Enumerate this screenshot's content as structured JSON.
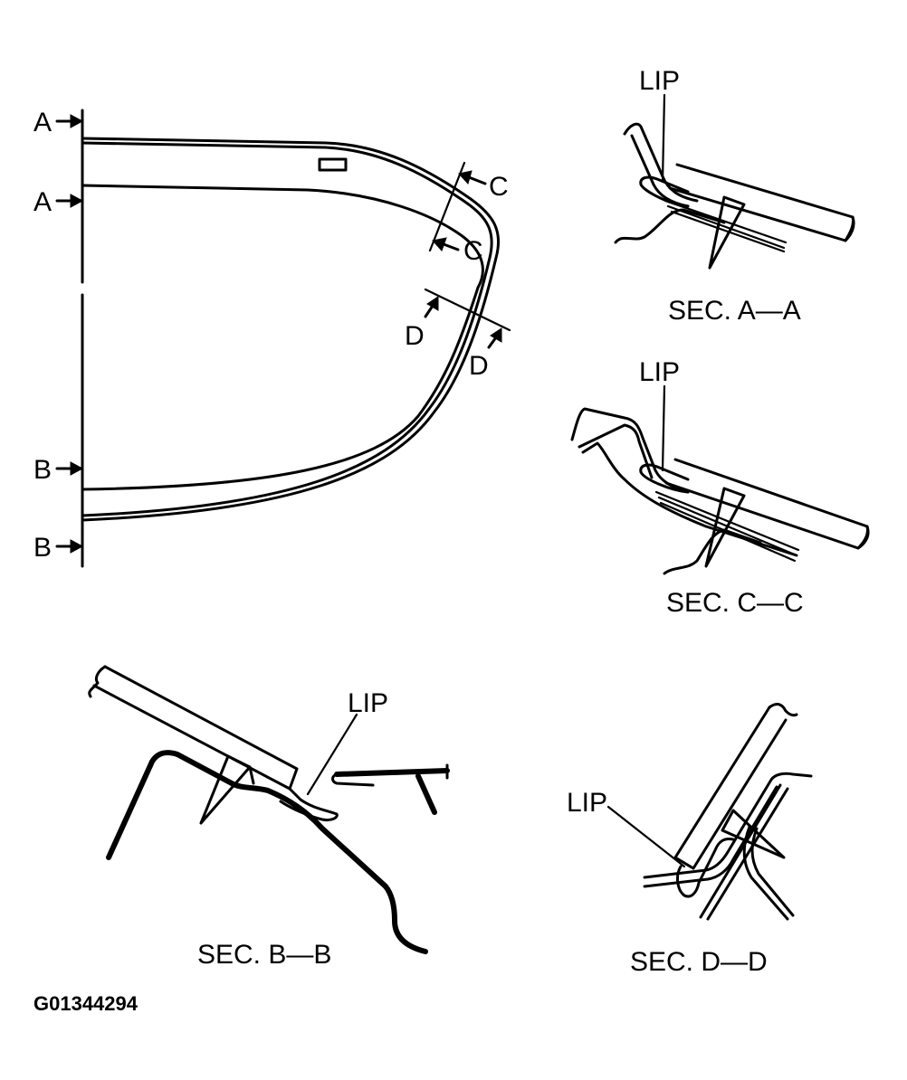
{
  "labels": {
    "a_top": "A",
    "a_bottom": "A",
    "b_top": "B",
    "b_bottom": "B",
    "c_outer": "C",
    "c_inner": "C",
    "d_inner": "D",
    "d_outer": "D"
  },
  "sections": {
    "aa": {
      "lip": "LIP",
      "caption": "SEC. A—A"
    },
    "cc": {
      "lip": "LIP",
      "caption": "SEC. C—C"
    },
    "bb": {
      "lip": "LIP",
      "caption": "SEC. B—B"
    },
    "dd": {
      "lip": "LIP",
      "caption": "SEC. D—D"
    }
  },
  "figure_code": "G01344294"
}
